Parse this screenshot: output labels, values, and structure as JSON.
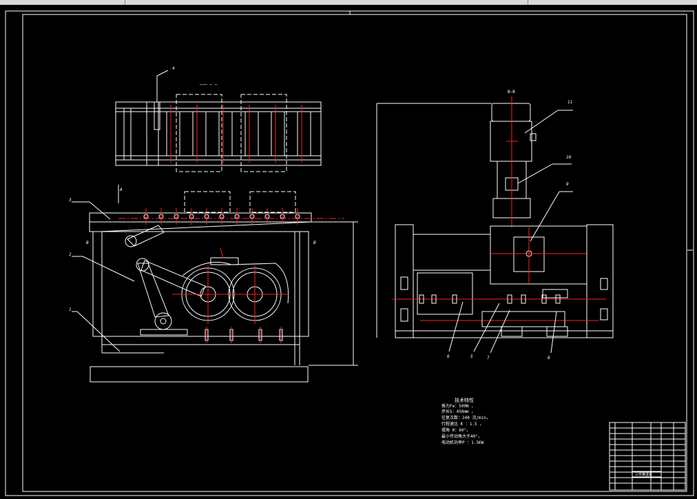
{
  "window": {
    "toolbar_icon": "cad-toolbar-strip"
  },
  "view_labels": {
    "section_b": "B—B",
    "view_a": "A",
    "section_mark": "B"
  },
  "part_numbers": [
    "1",
    "2",
    "3",
    "4",
    "5",
    "6",
    "7",
    "8",
    "9",
    "10",
    "11"
  ],
  "tech_spec": {
    "title": "技术特性",
    "lines": [
      "推力Fe：500N ，",
      "步长S：450mm ，",
      "往复次数：240 次/min，",
      "行程速比 K ：1.5 ，",
      "摆角 θ：60°，",
      "最小传动角大于40°，",
      "电动机功率P ：1.5KW"
    ]
  },
  "title_block": {
    "drawing_name": "三件推送机"
  },
  "colors": {
    "outline": "#ffffff",
    "centerline": "#ff2020",
    "background": "#000000"
  }
}
